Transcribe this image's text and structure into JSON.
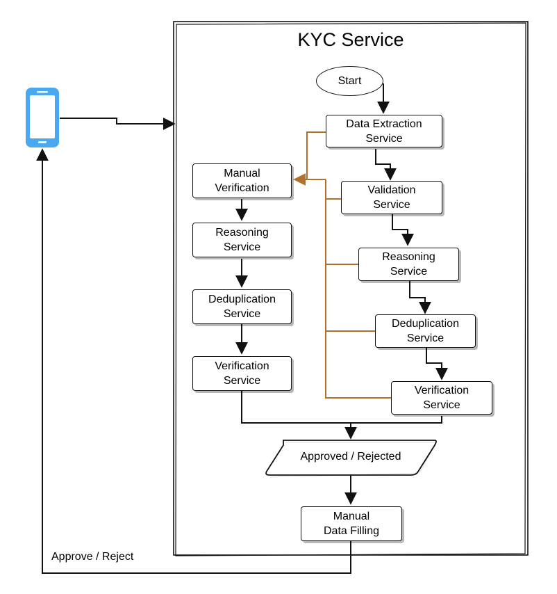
{
  "title": "KYC Service",
  "start_label": "Start",
  "main_flow": {
    "data_extraction": "Data Extraction\nService",
    "validation": "Validation\nService",
    "reasoning": "Reasoning\nService",
    "deduplication": "Deduplication\nService",
    "verification": "Verification\nService"
  },
  "manual_flow": {
    "manual_verification": "Manual\nVerification",
    "reasoning": "Reasoning\nService",
    "deduplication": "Deduplication\nService",
    "verification": "Verification\nService"
  },
  "decision_label": "Approved / Rejected",
  "manual_data_filling": "Manual\nData Filling",
  "return_edge_label": "Approve / Reject",
  "colors": {
    "phone": "#4aa8f0",
    "fallback_line": "#b0712c",
    "line": "#111111"
  },
  "icons": [
    "mobile-phone-icon"
  ]
}
